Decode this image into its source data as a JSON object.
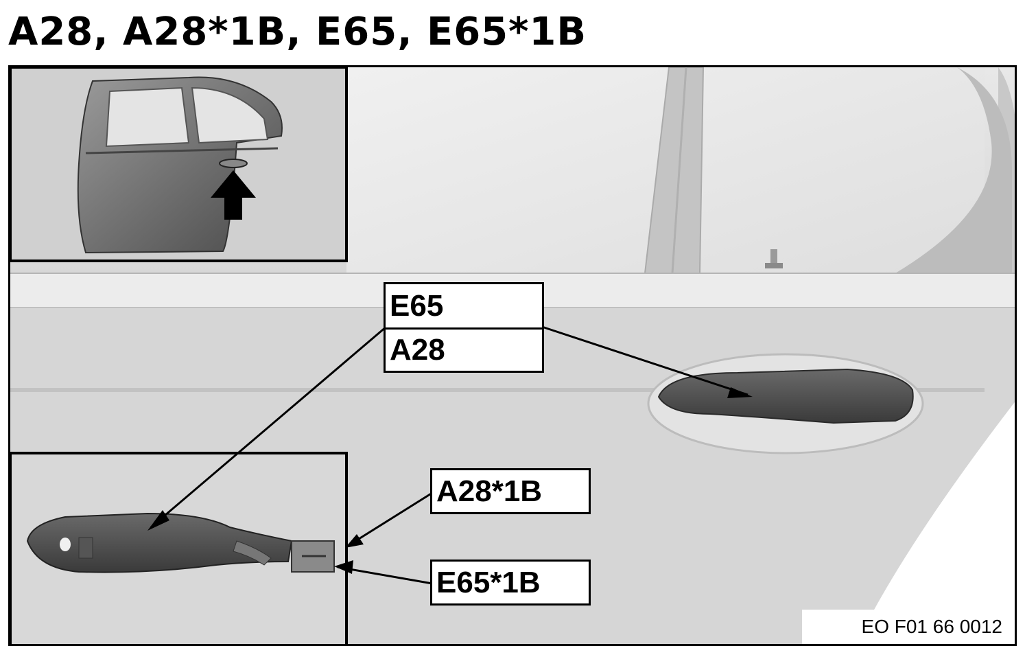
{
  "title": "A28, A28*1B, E65, E65*1B",
  "callouts": {
    "top_upper": "E65",
    "top_lower": "A28",
    "connector_upper": "A28*1B",
    "connector_lower": "E65*1B"
  },
  "reference_code": "EO F01 66 0012",
  "colors": {
    "outline": "#000000",
    "panel_light": "#e6e6e6",
    "panel_mid": "#cfcfcf",
    "handle": "#4a4a4a"
  },
  "icons": {
    "pointer": "arrow-up-icon"
  }
}
